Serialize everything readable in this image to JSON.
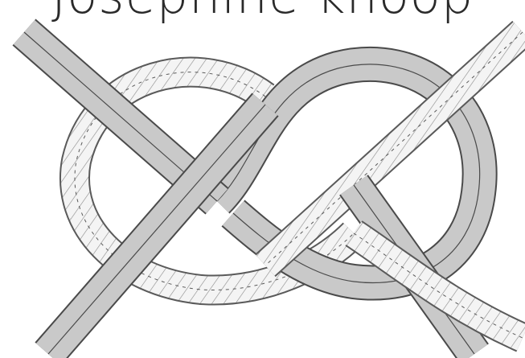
{
  "title": "Josephine knoop",
  "illustration": {
    "subject": "carrick-bend-knot-drawing",
    "strands": [
      "flat-band-strand",
      "twisted-rope-strand"
    ],
    "colors": {
      "band_fill": "#c9c9c9",
      "band_edge": "#4a4a4a",
      "rope_fill": "#f4f4f4",
      "rope_edge": "#5a5a5a",
      "rope_twist": "#8a8a8a",
      "background": "#ffffff"
    }
  }
}
